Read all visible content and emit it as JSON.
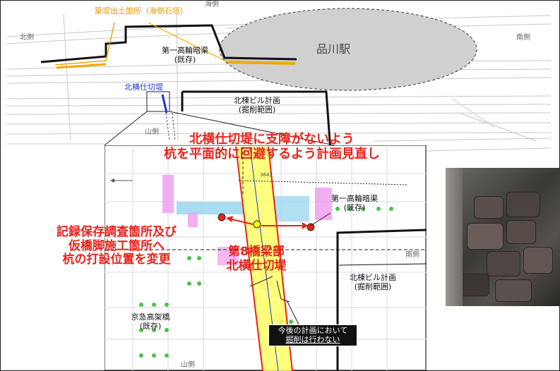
{
  "top_map": {
    "sea_side": "海側",
    "north_side": "北側",
    "south_side": "南側",
    "mountain_side": "山側",
    "embankment_label": "築堤出土箇所（海側石垣）",
    "culvert_label": [
      "第一高輪暗渠",
      "(既存)"
    ],
    "station_label": "品川駅",
    "partition_label": "北横仕切堤",
    "building_plan_label": [
      "北棟ビル計画",
      "(掘削範囲)"
    ]
  },
  "headline": [
    "北横仕切堤に支障がないよう",
    "杭を平面的に回避するよう計画見直し"
  ],
  "left_callout": [
    "記録保存調査箇所及び",
    "仮橋脚施工箇所へ",
    "杭の打設位置を変更"
  ],
  "detail": {
    "center_label": [
      "第8橋梁部",
      "北横仕切堤"
    ],
    "culvert_label": [
      "第一高輪暗渠",
      "(既存)"
    ],
    "building_plan_label": [
      "北棟ビル計画",
      "(掘削範囲)"
    ],
    "keikyu_label": [
      "京急高架橋",
      "(既存)"
    ],
    "no_excavation_label": [
      "今後の計画において",
      "掘削は行わない"
    ],
    "south_side": "南側",
    "mountain_side": "山側",
    "small_note": "3641"
  },
  "colors": {
    "headline_red": "#e8231a",
    "embankment_orange": "#f0a800",
    "partition_blue": "#1e3cc8",
    "station_fill": "#d0d0d0",
    "highlight_yellow": "#ffff66"
  }
}
